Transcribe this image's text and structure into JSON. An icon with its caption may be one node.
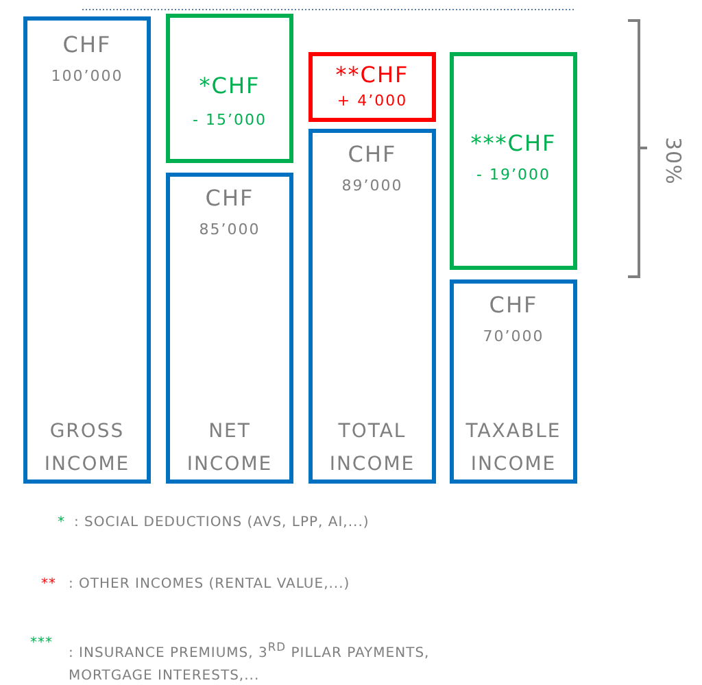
{
  "diagram": {
    "nodes": [
      {
        "text": [
          "CHF",
          "100’000",
          "GROSS INCOME"
        ]
      },
      {
        "text": [
          "*CHF",
          "- 15’000"
        ]
      },
      {
        "text": [
          "CHF",
          "85’000",
          "NET INCOME"
        ]
      },
      {
        "text": [
          "**CHF",
          "+ 4’000"
        ]
      },
      {
        "text": [
          "CHF",
          "89’000",
          "TOTAL INCOME"
        ]
      },
      {
        "text": [
          "***CHF",
          "- 19’000"
        ]
      },
      {
        "text": [
          "CHF",
          "70’000",
          "TAXABLE INCOME"
        ]
      }
    ],
    "labels": [
      "30%",
      "*",
      ": SOCIAL DEDUCTIONS (AVS, LPP, AI,...)",
      "**",
      ": OTHER INCOMES (RENTAL VALUE,...)",
      "***",
      ": INSURANCE PREMIUMS, 3$^{RD}$ PILLAR PAYMENTS, MORTGAGE INTERESTS,..."
    ]
  }
}
